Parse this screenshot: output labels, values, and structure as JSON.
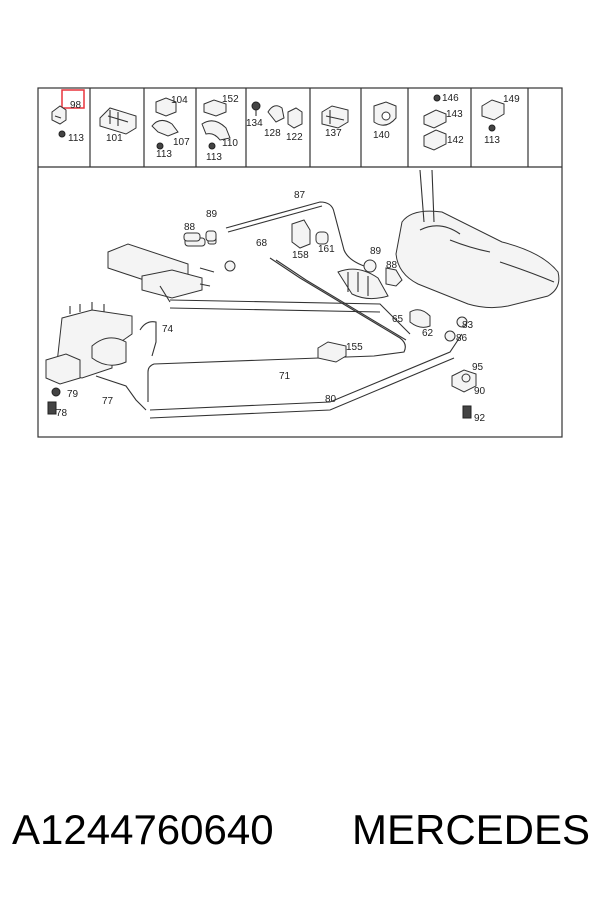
{
  "diagram": {
    "highlight_color": "#e8333b",
    "line_color": "#333333",
    "top_row_callouts": [
      {
        "cell": 1,
        "labels": [
          "98",
          "113"
        ]
      },
      {
        "cell": 2,
        "labels": [
          "101"
        ]
      },
      {
        "cell": 3,
        "labels": [
          "104",
          "107",
          "113"
        ]
      },
      {
        "cell": 4,
        "labels": [
          "152",
          "110",
          "113"
        ]
      },
      {
        "cell": 5,
        "labels": [
          "134",
          "128",
          "122"
        ]
      },
      {
        "cell": 6,
        "labels": [
          "137"
        ]
      },
      {
        "cell": 7,
        "labels": [
          "140"
        ]
      },
      {
        "cell": 8,
        "labels": [
          "146",
          "143",
          "142"
        ]
      },
      {
        "cell": 9,
        "labels": [
          "149",
          "113"
        ]
      }
    ],
    "highlighted_callout": "98",
    "main_callouts": [
      "87",
      "88",
      "89",
      "68",
      "158",
      "161",
      "89",
      "88",
      "83",
      "65",
      "62",
      "86",
      "74",
      "155",
      "71",
      "95",
      "90",
      "80",
      "92",
      "77",
      "79",
      "78"
    ]
  },
  "caption": {
    "part_number": "A1244760640",
    "brand": "MERCEDES"
  }
}
